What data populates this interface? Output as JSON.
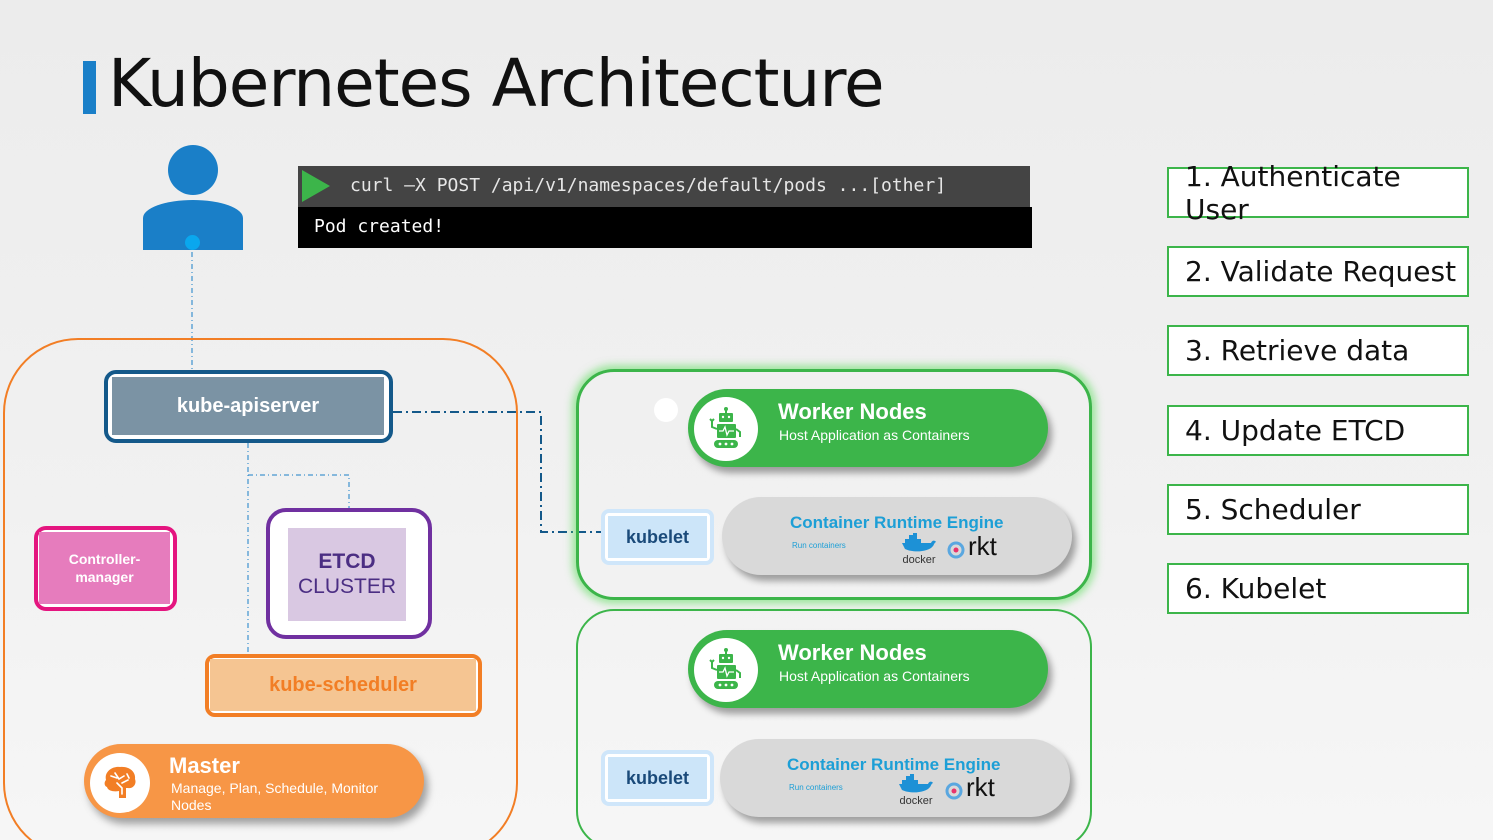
{
  "title": "Kubernetes Architecture",
  "terminal": {
    "command": "curl –X POST /api/v1/namespaces/default/pods ...[other]",
    "output": "Pod created!"
  },
  "user": {
    "icon": "user-icon"
  },
  "master": {
    "kube_apiserver": "kube-apiserver",
    "controller_manager": "Controller-\nmanager",
    "etcd": {
      "title": "ETCD",
      "subtitle": "CLUSTER"
    },
    "kube_scheduler": "kube-scheduler",
    "pill": {
      "icon": "brain-icon",
      "title": "Master",
      "subtitle": "Manage, Plan, Schedule, Monitor Nodes"
    }
  },
  "workers": [
    {
      "pill": {
        "icon": "robot-icon",
        "title": "Worker Nodes",
        "subtitle": "Host Application as Containers"
      },
      "kubelet": "kubelet",
      "runtime": {
        "title": "Container Runtime Engine",
        "subtitle": "Run containers",
        "logos": [
          "docker",
          "rkt"
        ]
      },
      "highlighted": true
    },
    {
      "pill": {
        "icon": "robot-icon",
        "title": "Worker Nodes",
        "subtitle": "Host Application as Containers"
      },
      "kubelet": "kubelet",
      "runtime": {
        "title": "Container Runtime Engine",
        "subtitle": "Run containers",
        "logos": [
          "docker",
          "rkt"
        ]
      },
      "highlighted": false
    }
  ],
  "steps": [
    "1. Authenticate User",
    "2. Validate Request",
    "3. Retrieve data",
    "4. Update ETCD",
    "5. Scheduler",
    "6. Kubelet"
  ],
  "colors": {
    "accent_blue": "#1a7fc8",
    "master_orange": "#f27e25",
    "worker_green": "#3cb54a",
    "apiserver_border": "#14598a",
    "controller_pink": "#e4157f",
    "etcd_purple": "#7030a0"
  }
}
